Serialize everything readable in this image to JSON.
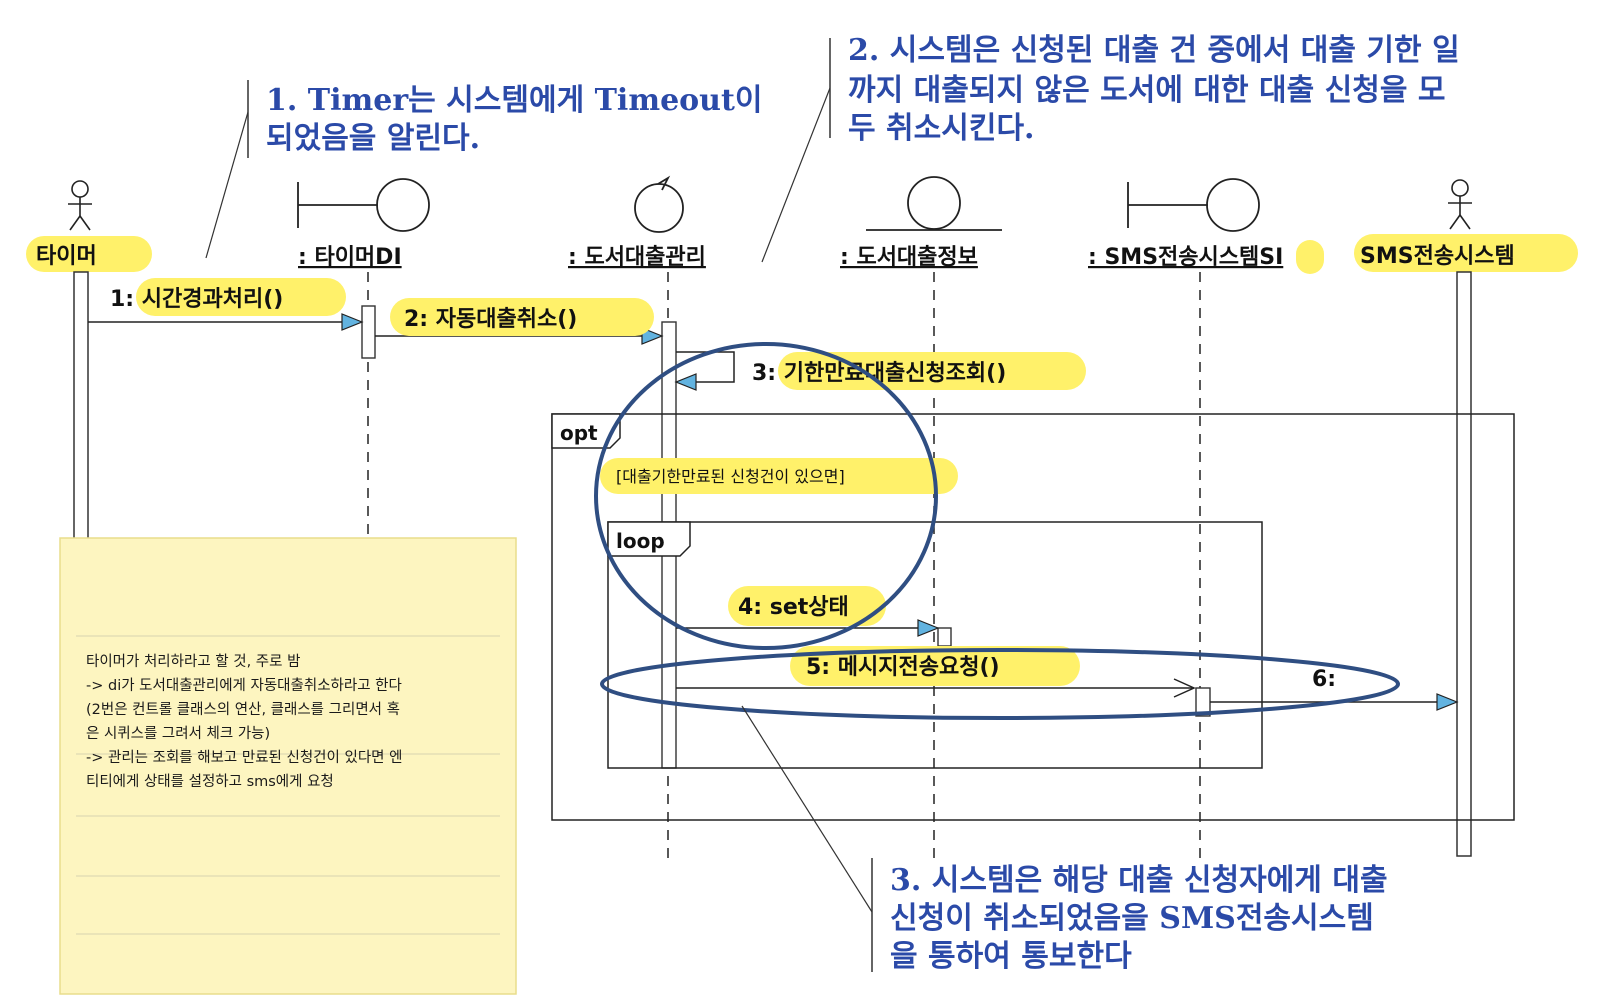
{
  "colors": {
    "annotation": "#2b4aa8",
    "highlight": "#fff16a",
    "note_fill": "#fdf5c0",
    "note_border": "#e9dd8c",
    "arrow_fill": "#62b3e0",
    "ellipse": "#2f4e82"
  },
  "annotations": {
    "a1": [
      "1. Timer는 시스템에게 Timeout이",
      "되었음을 알린다."
    ],
    "a2": [
      "2. 시스템은 신청된 대출 건 중에서 대출 기한 일",
      "까지 대출되지 않은 도서에 대한 대출 신청을 모",
      "두 취소시킨다."
    ],
    "a3": [
      "3. 시스템은 해당 대출 신청자에게 대출",
      "신청이 취소되었음을 SMS전송시스템",
      "을 통하여 통보한다"
    ]
  },
  "lifelines": [
    {
      "label": "타이머",
      "kind": "actor"
    },
    {
      "label": ": 타이머DI",
      "kind": "boundary"
    },
    {
      "label": ": 도서대출관리",
      "kind": "control"
    },
    {
      "label": ": 도서대출정보",
      "kind": "entity"
    },
    {
      "label": ": SMS전송시스템SI",
      "kind": "boundary"
    },
    {
      "label": "SMS전송시스템",
      "kind": "actor"
    }
  ],
  "messages": [
    {
      "label": "1: 시간경과처리()"
    },
    {
      "label": "2: 자동대출취소()"
    },
    {
      "label": "3: 기한만료대출신청조회()"
    },
    {
      "label": "4: set상태"
    },
    {
      "label": "5: 메시지전송요청()"
    },
    {
      "label": "6:"
    }
  ],
  "fragments": {
    "opt": {
      "keyword": "opt",
      "guard": "[대출기한만료된 신청건이 있으면]"
    },
    "loop": {
      "keyword": "loop"
    }
  },
  "note": {
    "lines": [
      "타이머가 처리하라고 할 것, 주로 밤",
      "-> di가 도서대출관리에게 자동대출취소하라고 한다",
      "(2번은 컨트롤 클래스의 연산, 클래스를 그리면서 혹",
      "은 시퀴스를 그려서 체크 가능)",
      "-> 관리는 조회를 해보고 만료된 신청건이 있다면 엔",
      "티티에게 상태를 설정하고 sms에게 요청"
    ]
  }
}
